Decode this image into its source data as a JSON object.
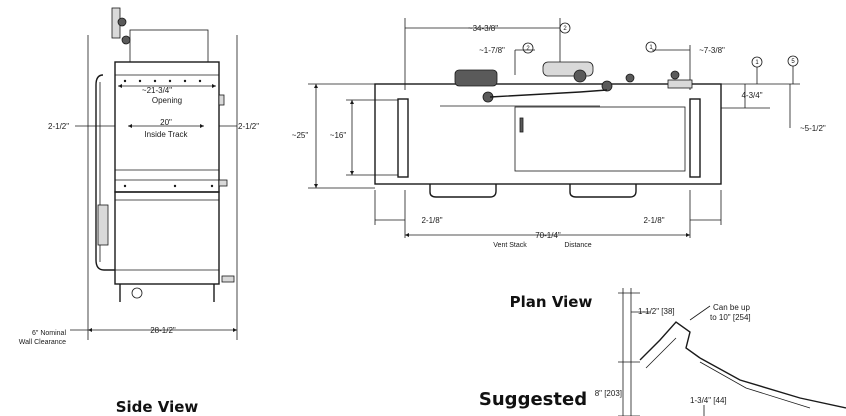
{
  "headings": {
    "side_view": "Side View",
    "plan_view": "Plan View",
    "suggested": "Suggested"
  },
  "side_view": {
    "left_offset": "2-1/2\"",
    "right_offset": "2-1/2\"",
    "opening_width": "~21-3/4\"",
    "opening_label": "Opening",
    "track_width": "20\"",
    "track_label": "Inside Track",
    "depth": "28-1/2\"",
    "wall_clearance_line1": "6\" Nominal",
    "wall_clearance_line2": "Wall Clearance"
  },
  "plan_view": {
    "overall_top": "~34-3/8\"",
    "small_offset": "~1-7/8\"",
    "right_offset": "~7-3/8\"",
    "height": "~25\"",
    "inner_height": "~16\"",
    "right_height": "4-3/4\"",
    "right_far": "~5-1/2\"",
    "left_bottom": "2-1/8\"",
    "right_bottom": "2-1/8\"",
    "overall_width": "70-1/4\"",
    "vent_stack": "Vent Stack",
    "distance": "Distance",
    "callouts": [
      "2",
      "2",
      "1",
      "1",
      "5"
    ]
  },
  "suggested": {
    "flange": "1-1/2\" [38]",
    "note_line1": "Can be up",
    "note_line2": "to 10\" [254]",
    "height": "8\" [203]",
    "lip": "1-3/4\" [44]"
  }
}
